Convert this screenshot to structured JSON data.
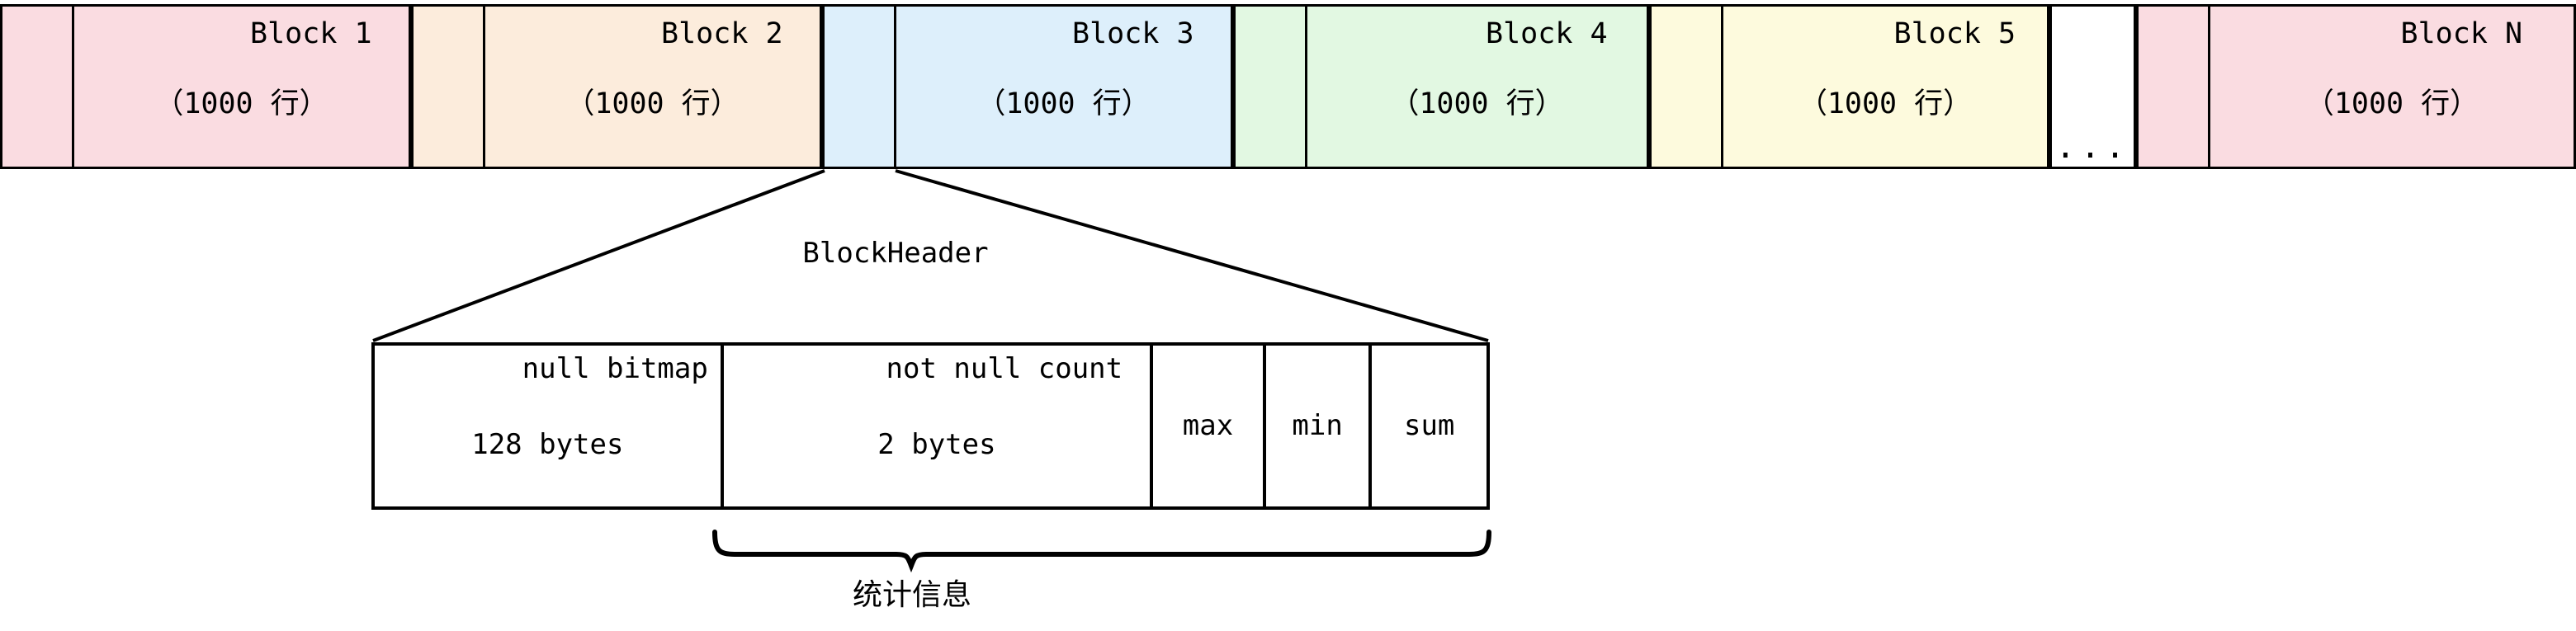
{
  "diagram": {
    "title_label": "BlockHeader",
    "stats_label": "统计信息",
    "ellipsis": "...",
    "blocks": [
      {
        "name": "block-1",
        "label": "Block 1",
        "rows": "（1000 行）",
        "color": "#fadce1"
      },
      {
        "name": "block-2",
        "label": "Block 2",
        "rows": "（1000 行）",
        "color": "#fcecdc"
      },
      {
        "name": "block-3",
        "label": "Block 3",
        "rows": "（1000 行）",
        "color": "#ddeffb"
      },
      {
        "name": "block-4",
        "label": "Block 4",
        "rows": "（1000 行）",
        "color": "#e2f8e2"
      },
      {
        "name": "block-5",
        "label": "Block 5",
        "rows": "（1000 行）",
        "color": "#fdfadd"
      },
      {
        "name": "block-n",
        "label": "Block N",
        "rows": "（1000 行）",
        "color": "#fadce1"
      }
    ],
    "header_cells": [
      {
        "name": "null-bitmap",
        "line1": "null bitmap",
        "line2": "128 bytes"
      },
      {
        "name": "not-null-count",
        "line1": "not null count",
        "line2": "2 bytes"
      },
      {
        "name": "max",
        "line1": "max",
        "line2": ""
      },
      {
        "name": "min",
        "line1": "min",
        "line2": ""
      },
      {
        "name": "sum",
        "line1": "sum",
        "line2": ""
      }
    ],
    "colors": {
      "outline": "#000000",
      "background": "#ffffff",
      "pink": "#fadce1",
      "orange": "#fcecdc",
      "blue": "#ddeffb",
      "green": "#e2f8e2",
      "cream": "#fdfadd"
    }
  }
}
